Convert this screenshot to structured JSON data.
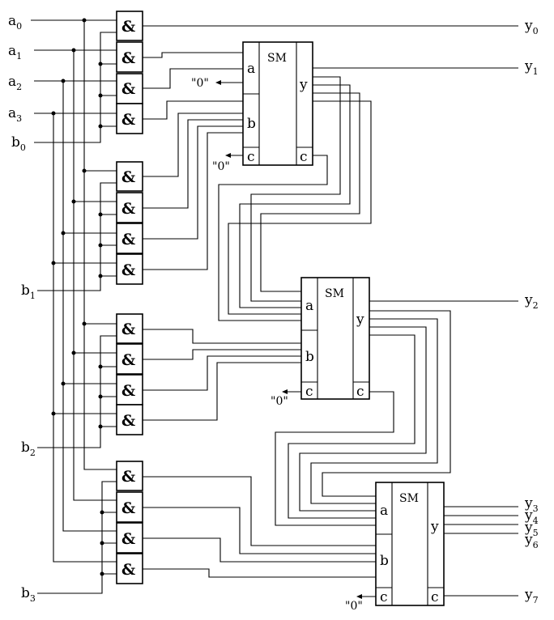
{
  "inputs": {
    "a": [
      {
        "base": "a",
        "sub": "0"
      },
      {
        "base": "a",
        "sub": "1"
      },
      {
        "base": "a",
        "sub": "2"
      },
      {
        "base": "a",
        "sub": "3"
      }
    ],
    "b": [
      {
        "base": "b",
        "sub": "0"
      },
      {
        "base": "b",
        "sub": "1"
      },
      {
        "base": "b",
        "sub": "2"
      },
      {
        "base": "b",
        "sub": "3"
      }
    ]
  },
  "outputs": [
    {
      "base": "y",
      "sub": "0"
    },
    {
      "base": "y",
      "sub": "1"
    },
    {
      "base": "y",
      "sub": "2"
    },
    {
      "base": "y",
      "sub": "3"
    },
    {
      "base": "y",
      "sub": "4"
    },
    {
      "base": "y",
      "sub": "5"
    },
    {
      "base": "y",
      "sub": "6"
    },
    {
      "base": "y",
      "sub": "7"
    }
  ],
  "and_gate_symbol": "&",
  "adder": {
    "title": "SM",
    "port_a": "a",
    "port_b": "b",
    "port_y": "y",
    "port_c_in": "c",
    "port_c_out": "c"
  },
  "zero_constant": "\"0\""
}
